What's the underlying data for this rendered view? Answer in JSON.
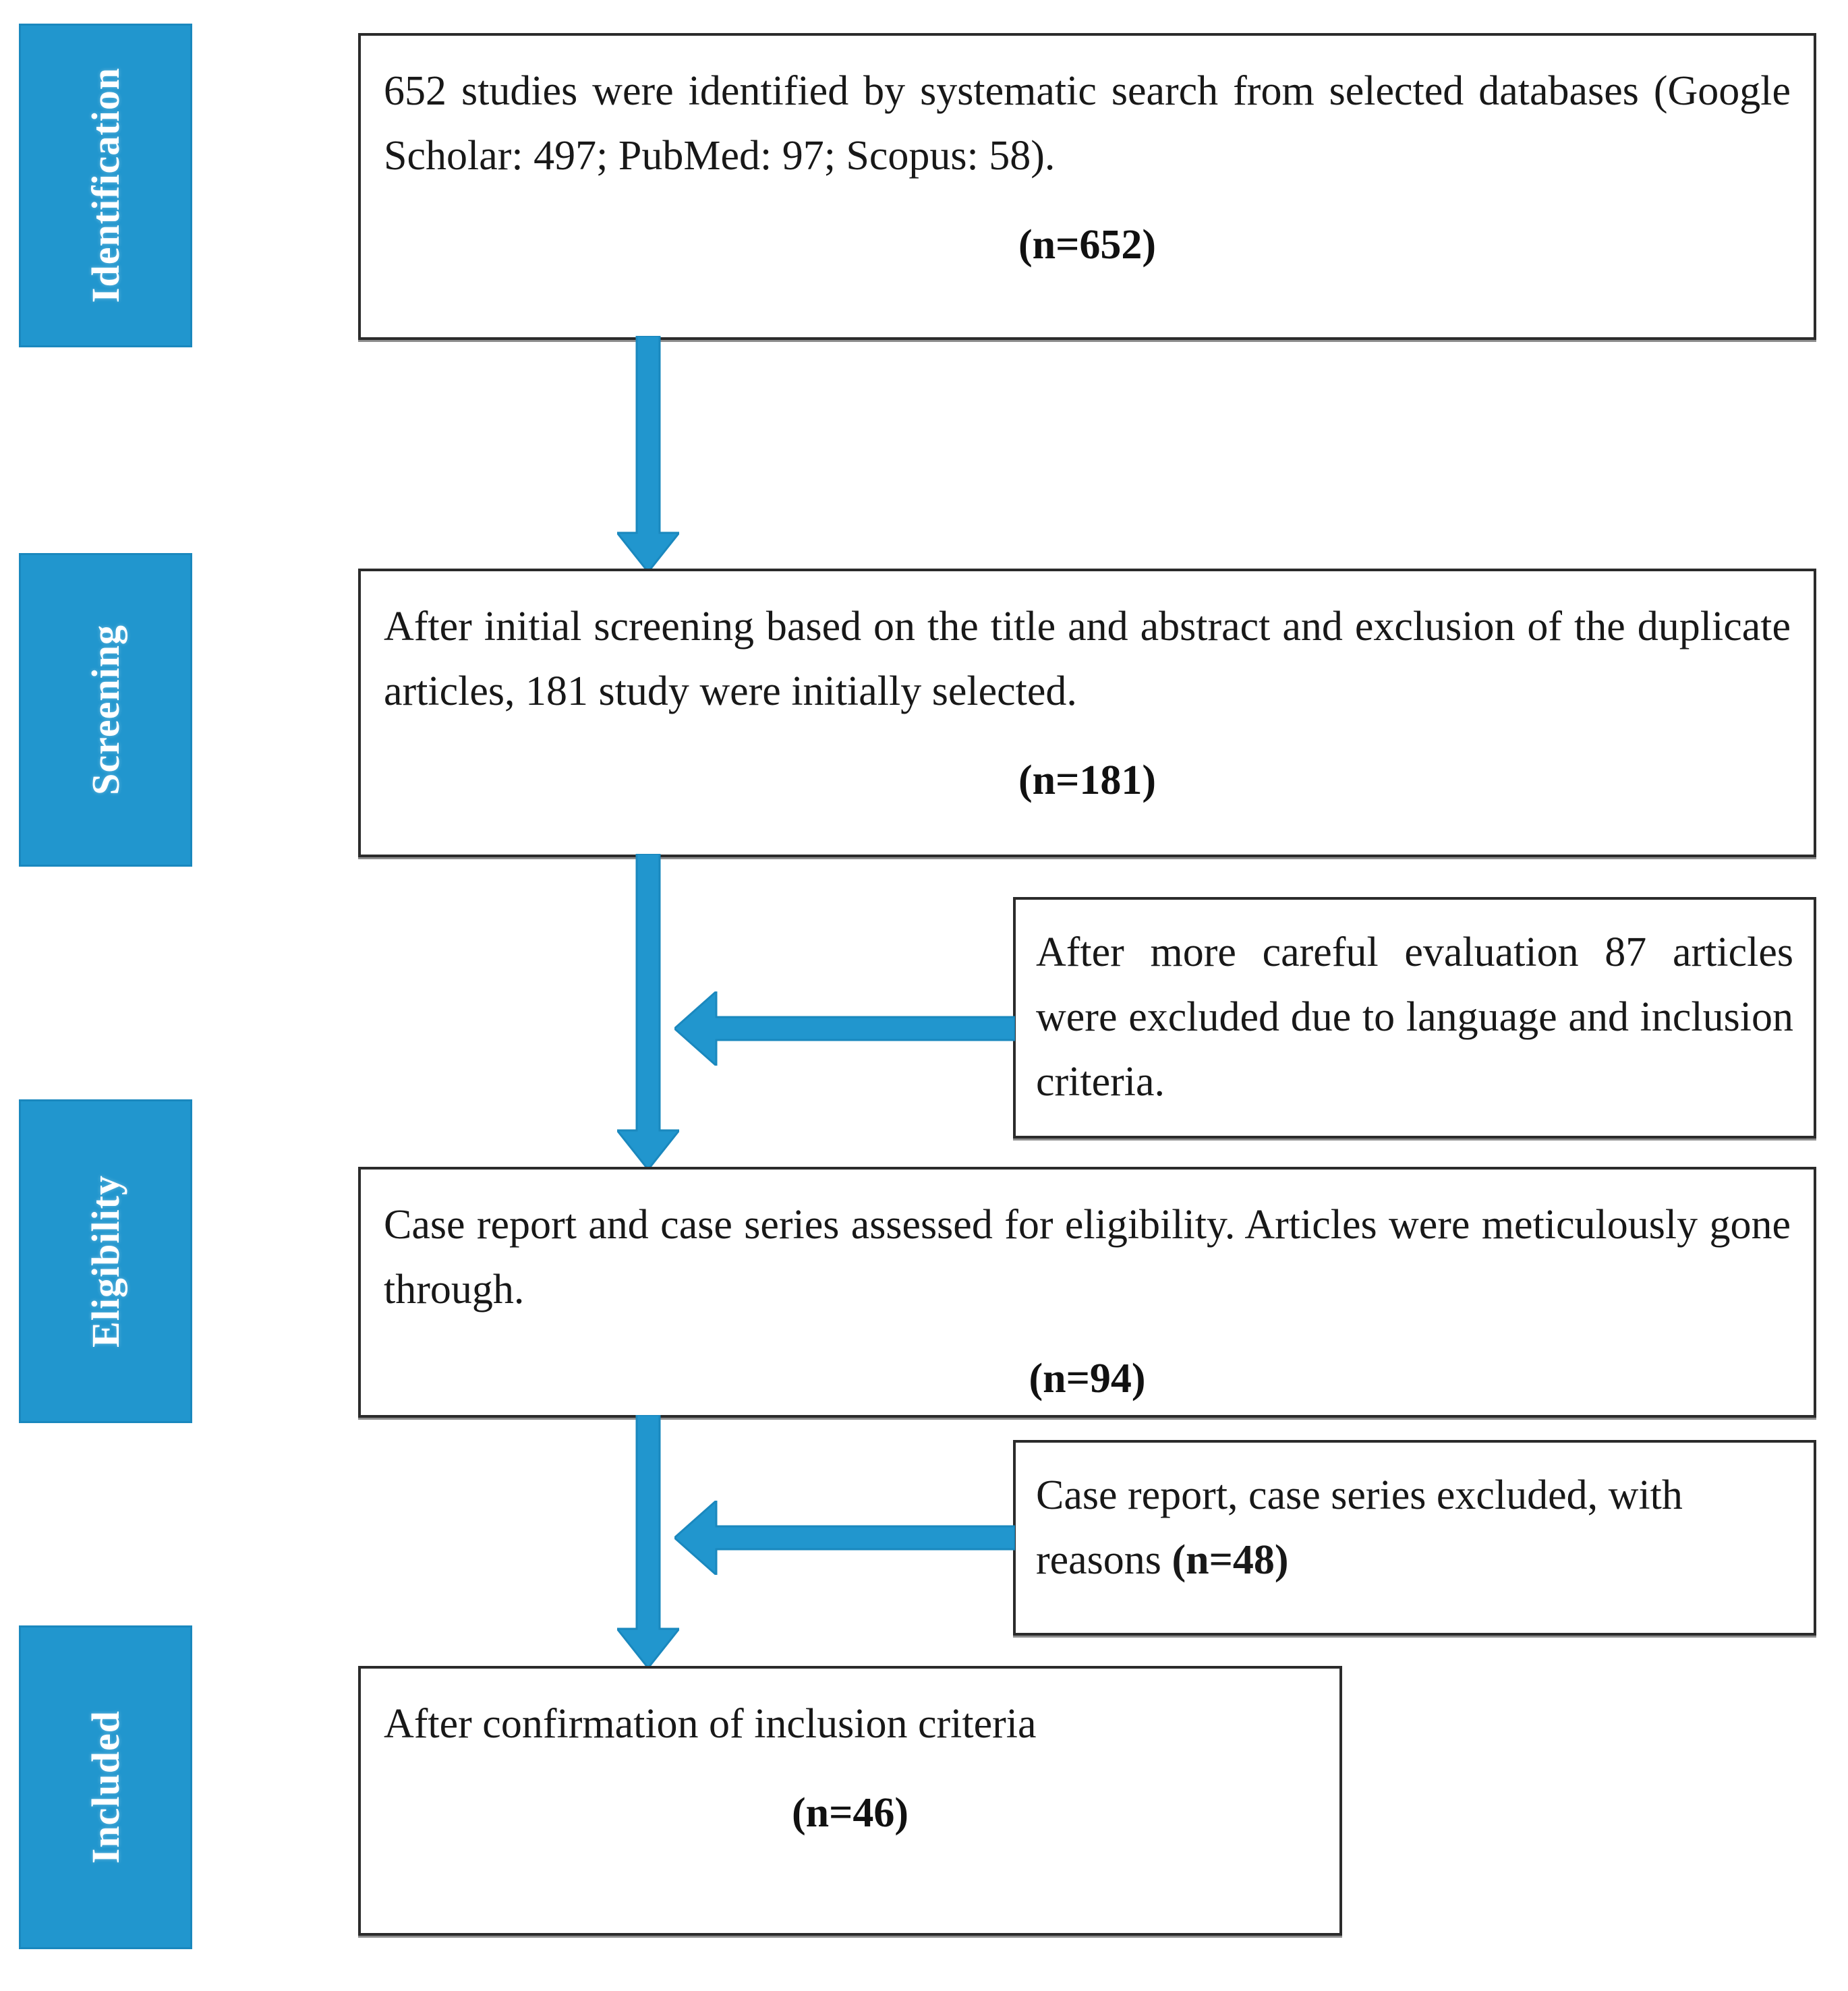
{
  "diagram": {
    "title": "PRISMA study selection flow diagram",
    "accent_color": "#2196CE",
    "accent_border_color": "#1A88BE",
    "box_border_color": "#2B2B2B",
    "background_color": "#FFFFFF"
  },
  "stages": [
    {
      "id": "identification",
      "label": "Identification"
    },
    {
      "id": "screening",
      "label": "Screening"
    },
    {
      "id": "eligibility",
      "label": "Eligibility"
    },
    {
      "id": "included",
      "label": "Included"
    }
  ],
  "boxes": {
    "identification": {
      "text": "652 studies were identified by systematic search from selected databases (Google Scholar: 497; PubMed: 97; Scopus: 58).",
      "count": "(n=652)"
    },
    "screening": {
      "text": "After initial screening based on the title and abstract and exclusion of the duplicate articles, 181 study were initially selected.",
      "count": "(n=181)"
    },
    "excluded_language": {
      "text": "After more careful evaluation 87 articles were excluded due to language and inclusion criteria."
    },
    "eligibility": {
      "text": "Case report and case series assessed for eligibility. Articles were meticulously gone through.",
      "count": "(n=94)"
    },
    "excluded_case_reports": {
      "text_before": "Case report, case series excluded, with reasons ",
      "count_inline": "(n=48)"
    },
    "included": {
      "text": "After confirmation of inclusion criteria",
      "count": "(n=46)"
    }
  },
  "arrows": [
    {
      "id": "identification-to-screening",
      "direction": "down"
    },
    {
      "id": "screening-to-eligibility",
      "direction": "down"
    },
    {
      "id": "language-exclusion",
      "direction": "left"
    },
    {
      "id": "eligibility-to-included",
      "direction": "down"
    },
    {
      "id": "case-report-exclusion",
      "direction": "left"
    }
  ],
  "chart_data": {
    "type": "diagram",
    "title": "PRISMA study selection flow",
    "nodes": [
      {
        "stage": "Identification",
        "label": "652 studies were identified by systematic search from selected databases (Google Scholar: 497; PubMed: 97; Scopus: 58).",
        "n": 652
      },
      {
        "stage": "Screening",
        "label": "After initial screening based on the title and abstract and exclusion of the duplicate articles, 181 study were initially selected.",
        "n": 181
      },
      {
        "stage": "Screening",
        "label": "After more careful evaluation 87 articles were excluded due to language and inclusion criteria.",
        "n": 87,
        "role": "excluded"
      },
      {
        "stage": "Eligibility",
        "label": "Case report and case series assessed for eligibility. Articles were meticulously gone through.",
        "n": 94
      },
      {
        "stage": "Eligibility",
        "label": "Case report, case series excluded, with reasons",
        "n": 48,
        "role": "excluded"
      },
      {
        "stage": "Included",
        "label": "After confirmation of inclusion criteria",
        "n": 46
      }
    ],
    "sources": [
      {
        "name": "Google Scholar",
        "value": 497
      },
      {
        "name": "PubMed",
        "value": 97
      },
      {
        "name": "Scopus",
        "value": 58
      }
    ]
  }
}
